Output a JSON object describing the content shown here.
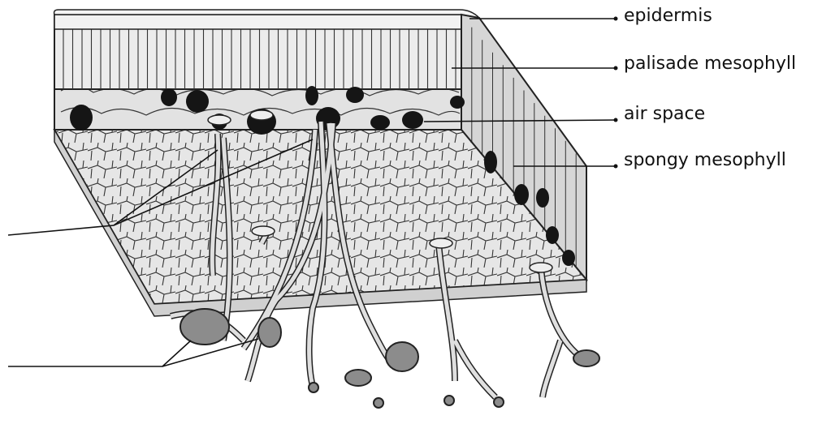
{
  "labels": {
    "epidermis": "epidermis",
    "palisade": "palisade mesophyll",
    "air_space": "air space",
    "spongy": "spongy mesophyll"
  },
  "unlabeled_pointers": 2,
  "colors": {
    "ink": "#1a1a1a",
    "tissue_fill": "#e6e6e6",
    "side_fill": "#d6d6d6",
    "chloroplast_dark": "#151515",
    "spore_fill": "#8c8c8c",
    "background": "#ffffff"
  }
}
